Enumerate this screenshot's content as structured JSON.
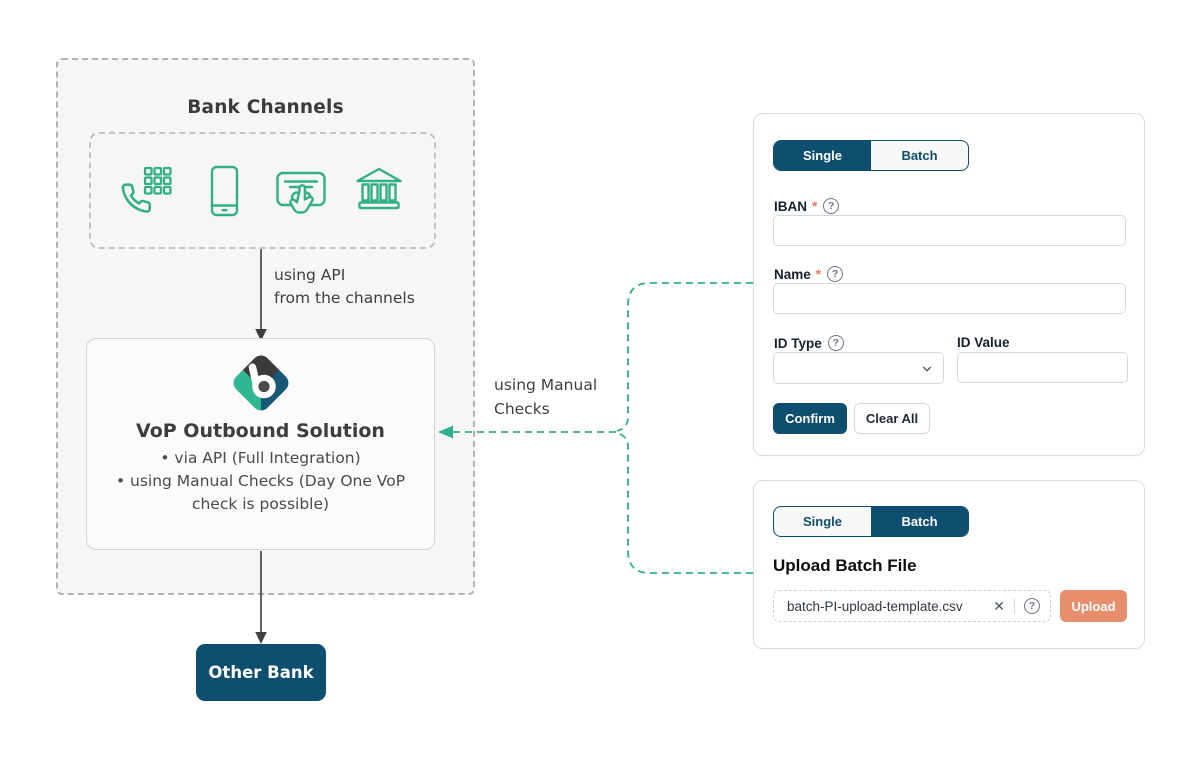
{
  "glyphs": {
    "help": "?",
    "close": "✕"
  },
  "colors": {
    "navy": "#0e4e6e",
    "icon_green": "#31af85",
    "connector_teal": "#2fb190",
    "salmon": "#e78e6d",
    "required_mark": "#e8795a"
  },
  "diagram": {
    "title": "Bank Channels",
    "channel_icons": [
      "phone-keypad-icon",
      "smartphone-icon",
      "card-terminal-click-icon",
      "bank-building-icon"
    ],
    "api_label_line1": "using API",
    "api_label_line2": "from the channels",
    "vop_title": "VoP Outbound Solution",
    "vop_bullet1": "via API (Full Integration)",
    "vop_bullet2": "using Manual Checks (Day One VoP check is possible)",
    "manual_label_line1": "using Manual",
    "manual_label_line2": "Checks",
    "other_bank": "Other Bank"
  },
  "single_panel": {
    "tab_single": "Single",
    "tab_batch": "Batch",
    "iban_label": "IBAN",
    "name_label": "Name",
    "id_type_label": "ID Type",
    "id_value_label": "ID Value",
    "required_mark": "*",
    "confirm": "Confirm",
    "clear_all": "Clear All"
  },
  "batch_panel": {
    "tab_single": "Single",
    "tab_batch": "Batch",
    "heading": "Upload Batch File",
    "file_name": "batch-PI-upload-template.csv",
    "upload": "Upload"
  }
}
